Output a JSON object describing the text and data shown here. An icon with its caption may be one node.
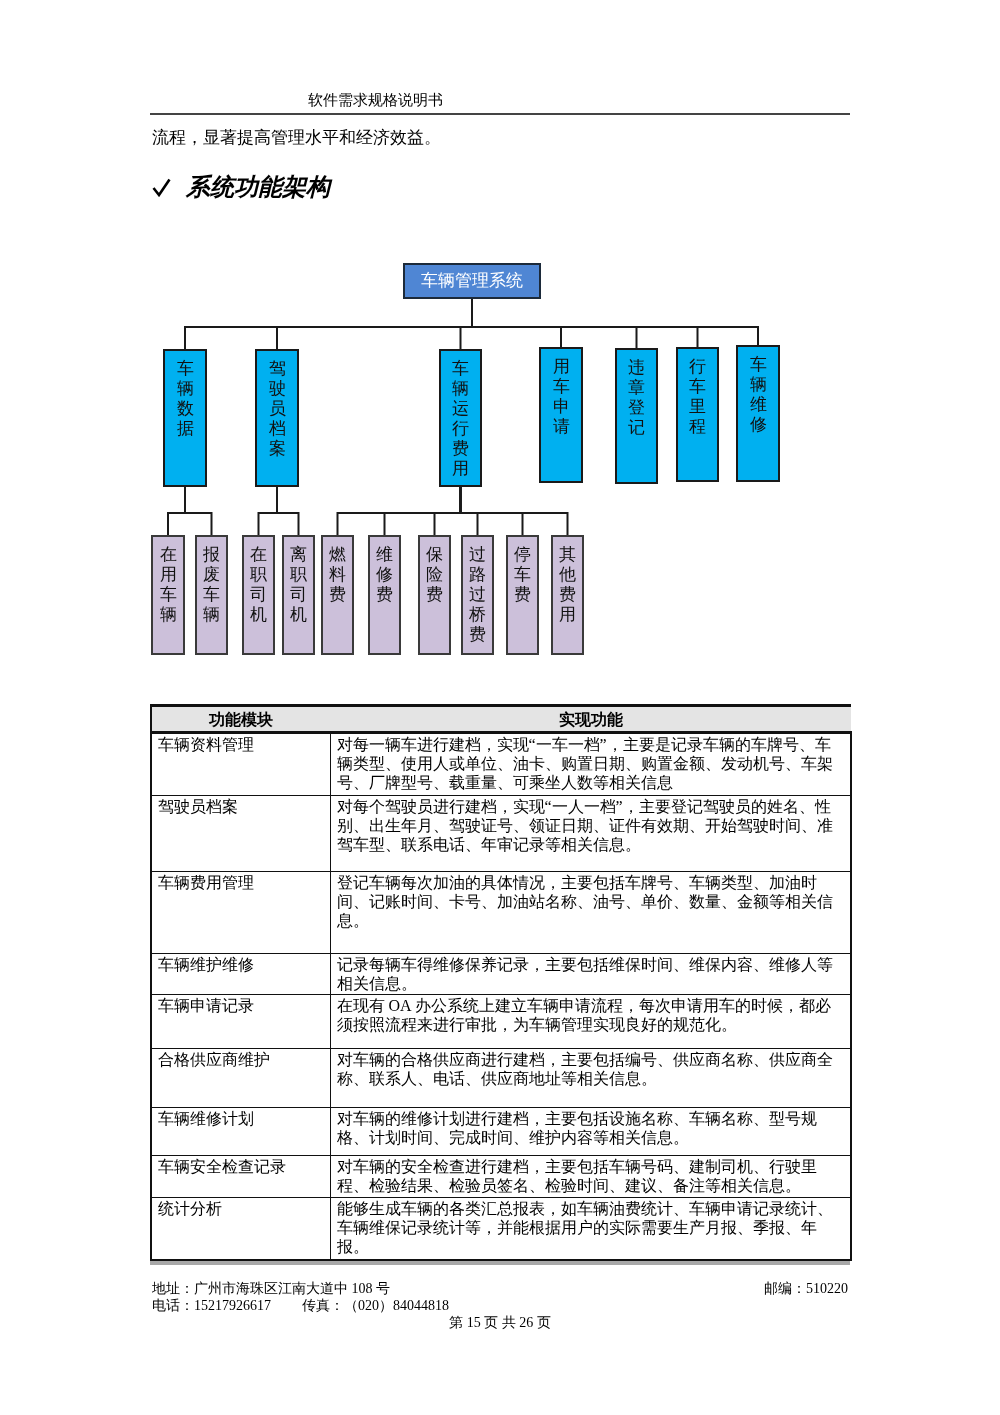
{
  "diagram": {
    "title": "系统功能架构",
    "nodes": [
      {
        "text": [
          "车辆管理系统"
        ]
      },
      {
        "text": [
          "车辆数据"
        ]
      },
      {
        "text": [
          "驾驶员档案"
        ]
      },
      {
        "text": [
          "车辆运行费用"
        ]
      },
      {
        "text": [
          "用车申请"
        ]
      },
      {
        "text": [
          "违章登记"
        ]
      },
      {
        "text": [
          "行车里程"
        ]
      },
      {
        "text": [
          "车辆维修"
        ]
      },
      {
        "text": [
          "在用车辆"
        ]
      },
      {
        "text": [
          "报废车辆"
        ]
      },
      {
        "text": [
          "在职司机"
        ]
      },
      {
        "text": [
          "离职司机"
        ]
      },
      {
        "text": [
          "燃料费"
        ]
      },
      {
        "text": [
          "维修费"
        ]
      },
      {
        "text": [
          "保险费"
        ]
      },
      {
        "text": [
          "过路过桥费"
        ]
      },
      {
        "text": [
          "停车费"
        ]
      },
      {
        "text": [
          "其他费用"
        ]
      }
    ],
    "edges": [
      {
        "from": 0,
        "to": 1,
        "arrow": "none"
      },
      {
        "from": 0,
        "to": 2,
        "arrow": "none"
      },
      {
        "from": 0,
        "to": 3,
        "arrow": "none"
      },
      {
        "from": 0,
        "to": 4,
        "arrow": "none"
      },
      {
        "from": 0,
        "to": 5,
        "arrow": "none"
      },
      {
        "from": 0,
        "to": 6,
        "arrow": "none"
      },
      {
        "from": 0,
        "to": 7,
        "arrow": "none"
      },
      {
        "from": 1,
        "to": 8,
        "arrow": "none"
      },
      {
        "from": 1,
        "to": 9,
        "arrow": "none"
      },
      {
        "from": 2,
        "to": 10,
        "arrow": "none"
      },
      {
        "from": 2,
        "to": 11,
        "arrow": "none"
      },
      {
        "from": 3,
        "to": 12,
        "arrow": "none"
      },
      {
        "from": 3,
        "to": 13,
        "arrow": "none"
      },
      {
        "from": 3,
        "to": 14,
        "arrow": "none"
      },
      {
        "from": 3,
        "to": 15,
        "arrow": "none"
      },
      {
        "from": 3,
        "to": 16,
        "arrow": "none"
      },
      {
        "from": 3,
        "to": 17,
        "arrow": "none"
      }
    ],
    "labels": [
      "软件需求规格说明书",
      "流程，显著提高管理水平和经济效益。",
      "功能模块",
      "实现功能",
      "车辆资料管理",
      "对每一辆车进行建档，实现“一车一档”，主要是记录车辆的车牌号、车辆类型、使用人或单位、油卡、购置日期、购置金额、发动机号、车架号、厂牌型号、载重量、可乘坐人数等相关信息",
      "驾驶员档案",
      "对每个驾驶员进行建档，实现“一人一档”，主要登记驾驶员的姓名、性别、出生年月、驾驶证号、领证日期、证件有效期、开始驾驶时间、准驾车型、联系电话、年审记录等相关信息。",
      "车辆费用管理",
      "登记车辆每次加油的具体情况，主要包括车牌号、车辆类型、加油时间、记账时间、卡号、加油站名称、油号、单价、数量、金额等相关信息。",
      "车辆维护维修",
      "记录每辆车得维修保养记录，主要包括维保时间、维保内容、维修人等相关信息。",
      "车辆申请记录",
      "在现有 OA 办公系统上建立车辆申请流程，每次申请用车的时候，都必须按照流程来进行审批，为车辆管理实现良好的规范化。",
      "合格供应商维护",
      "对车辆的合格供应商进行建档，主要包括编号、供应商名称、供应商全称、联系人、电话、供应商地址等相关信息。",
      "车辆维修计划",
      "对车辆的维修计划进行建档，主要包括设施名称、车辆名称、型号规格、计划时间、完成时间、维护内容等相关信息。",
      "车辆安全检查记录",
      "对车辆的安全检查进行建档，主要包括车辆号码、建制司机、行驶里程、检验结果、检验员签名、检验时间、建议、备注等相关信息。",
      "统计分析",
      "能够生成车辆的各类汇总报表，如车辆油费统计、车辆申请记录统计、车辆维保记录统计等，并能根据用户的实际需要生产月报、季报、年报。",
      "地址：广州市海珠区江南大道中 108 号",
      "邮编：510220",
      "电话：15217926617",
      "传真：（020）84044818",
      "第 15 页 共 26 页"
    ]
  }
}
